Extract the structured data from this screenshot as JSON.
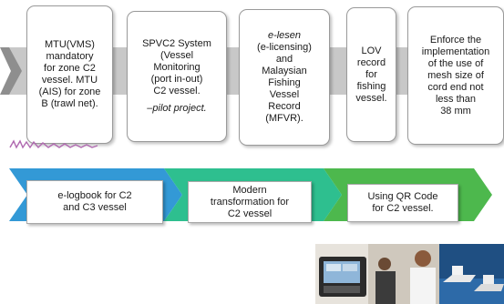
{
  "colors": {
    "chevron_top": "#c8c8c8",
    "chevron_top_tip": "#8e8e8e",
    "band_blue": "#3399d6",
    "band_teal": "#2ebf8f",
    "band_green": "#4db84d"
  },
  "top_boxes": [
    {
      "lines": [
        "MTU(VMS)",
        "mandatory",
        "for zone C2",
        "vessel. MTU",
        "(AIS) for zone",
        "B (trawl net)."
      ]
    },
    {
      "lines": [
        "SPVC2 System",
        "(Vessel",
        "Monitoring",
        "(port in-out)",
        "C2 vessel."
      ],
      "note": "–pilot project."
    },
    {
      "lines_italic": [
        "e-lesen"
      ],
      "lines": [
        "(e-licensing)",
        "and",
        "Malaysian",
        "Fishing",
        "Vessel",
        "Record",
        "(MFVR)."
      ]
    },
    {
      "lines": [
        "LOV",
        "record",
        "for",
        "fishing",
        "vessel."
      ]
    },
    {
      "lines": [
        "Enforce the",
        "implementation",
        "of the use of",
        "mesh size of",
        "cord end not",
        "less than",
        "38 mm"
      ]
    }
  ],
  "bottom_steps": [
    {
      "text_lines": [
        "e-logbook for C2",
        "and C3 vessel"
      ]
    },
    {
      "text_lines": [
        "Modern",
        "transformation for",
        "C2 vessel"
      ]
    },
    {
      "text_lines": [
        "Using QR Code",
        "for C2 vessel."
      ]
    }
  ]
}
